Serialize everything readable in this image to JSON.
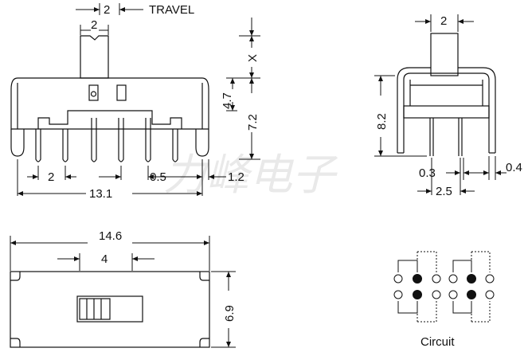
{
  "side_view": {
    "travel_value": "2",
    "travel_label": "TRAVEL",
    "actuator_width": "2",
    "actuator_height": "X",
    "body_height": "4.7",
    "overall_height": "7.2",
    "pin_pitch": "2",
    "pin_spacing": "0.5",
    "end_lug": "1.2",
    "overall_length": "13.1"
  },
  "end_view": {
    "actuator_width": "2",
    "height": "8.2",
    "pin_thickness": "0.3",
    "lug_thickness": "0.4",
    "pin_row_spacing": "2.5"
  },
  "top_view": {
    "length": "14.6",
    "slot_width": "4",
    "width": "6.9"
  },
  "circuit": {
    "label": "Circuit"
  },
  "watermark": "力峰电子",
  "colors": {
    "line": "#111111",
    "watermark": "#e9e9e9"
  }
}
